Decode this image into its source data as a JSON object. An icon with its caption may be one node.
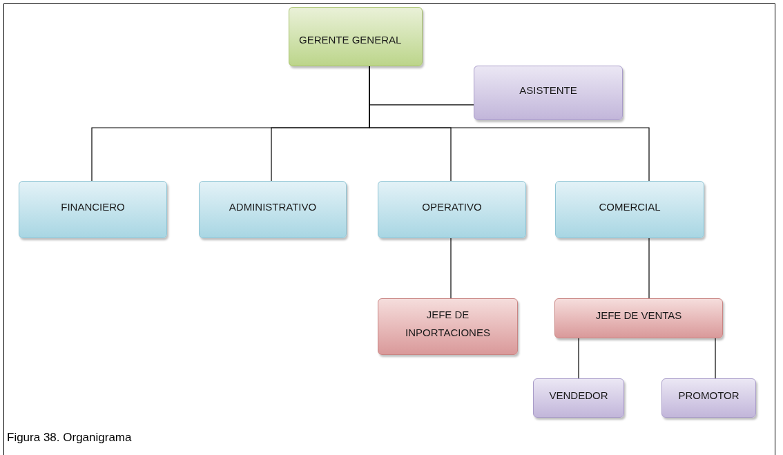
{
  "diagram": {
    "caption": "Figura 38. Organigrama",
    "nodes": [
      {
        "text": [
          "GERENTE GENERAL"
        ]
      },
      {
        "text": [
          "ASISTENTE"
        ]
      },
      {
        "text": [
          "FINANCIERO"
        ]
      },
      {
        "text": [
          "ADMINISTRATIVO"
        ]
      },
      {
        "text": [
          "OPERATIVO"
        ]
      },
      {
        "text": [
          "COMERCIAL"
        ]
      },
      {
        "text": [
          "JEFE DE INPORTACIONES"
        ]
      },
      {
        "text": [
          "JEFE DE VENTAS"
        ]
      },
      {
        "text": [
          "VENDEDOR"
        ]
      },
      {
        "text": [
          "PROMOTOR"
        ]
      }
    ],
    "edges": [
      {
        "from": 0,
        "to": 1,
        "arrow": "none"
      },
      {
        "from": 0,
        "to": 2,
        "arrow": "none"
      },
      {
        "from": 0,
        "to": 3,
        "arrow": "none"
      },
      {
        "from": 0,
        "to": 4,
        "arrow": "none"
      },
      {
        "from": 0,
        "to": 5,
        "arrow": "none"
      },
      {
        "from": 4,
        "to": 6,
        "arrow": "none"
      },
      {
        "from": 5,
        "to": 7,
        "arrow": "none"
      },
      {
        "from": 7,
        "to": 8,
        "arrow": "none"
      },
      {
        "from": 7,
        "to": 9,
        "arrow": "none"
      }
    ]
  }
}
